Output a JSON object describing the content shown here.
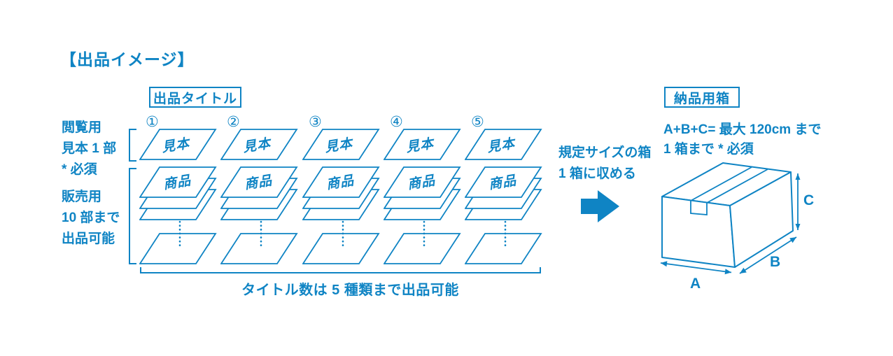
{
  "colors": {
    "brand": "#0f84c4",
    "background": "#ffffff"
  },
  "title": "【出品イメージ】",
  "listing": {
    "title_label": "出品タイトル",
    "viewing_note": {
      "lines": [
        "閲覧用",
        "見本 1 部",
        "* 必須"
      ]
    },
    "selling_note": {
      "lines": [
        "販売用",
        "10 部まで",
        "出品可能"
      ]
    },
    "columns": [
      {
        "number": "①",
        "sample_label": "見本",
        "product_label": "商品"
      },
      {
        "number": "②",
        "sample_label": "見本",
        "product_label": "商品"
      },
      {
        "number": "③",
        "sample_label": "見本",
        "product_label": "商品"
      },
      {
        "number": "④",
        "sample_label": "見本",
        "product_label": "商品"
      },
      {
        "number": "⑤",
        "sample_label": "見本",
        "product_label": "商品"
      }
    ],
    "bottom_note": "タイトル数は 5 種類まで出品可能"
  },
  "transfer": {
    "lines": [
      "規定サイズの箱",
      "1 箱に収める"
    ]
  },
  "shipping_box": {
    "title_label": "納品用箱",
    "note_lines": [
      "A+B+C= 最大 120cm まで",
      "1 箱まで * 必須"
    ],
    "dimensions": {
      "width": "A",
      "depth": "B",
      "height": "C"
    }
  }
}
